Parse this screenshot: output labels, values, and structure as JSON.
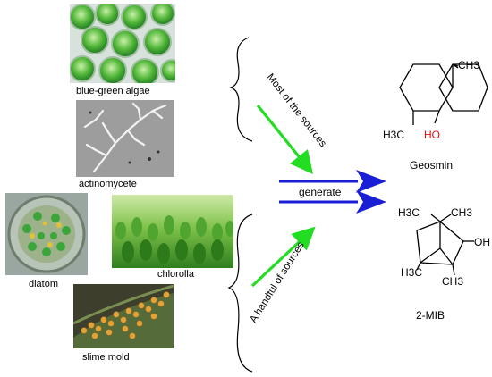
{
  "sources": {
    "blue_green_algae": "blue-green algae",
    "actinomycete": "actinomycete",
    "diatom": "diatom",
    "chlorolla": "chlorolla",
    "slime_mold": "slime mold"
  },
  "groups": {
    "most": "Most of the sources",
    "handful": "A handful of sources"
  },
  "action": "generate",
  "compounds": {
    "geosmin": {
      "name": "Geosmin",
      "atoms": {
        "ch3_top": "CH3",
        "h3c": "H3C",
        "ho": "HO"
      }
    },
    "mib": {
      "name": "2-MIB",
      "atoms": {
        "h3c_top": "H3C",
        "ch3_top": "CH3",
        "oh": "OH",
        "h3c_left": "H3C",
        "ch3_bottom": "CH3"
      }
    }
  },
  "colors": {
    "green_arrow": "#22dd22",
    "blue_arrow": "#1a1fd6",
    "hydroxyl_red": "#e01010",
    "algae_green": "#3aa63a"
  }
}
